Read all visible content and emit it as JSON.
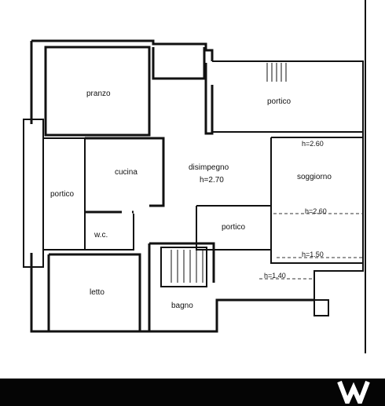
{
  "plan": {
    "rooms": {
      "pranzo": "pranzo",
      "portico_top": "portico",
      "portico_left": "portico",
      "cucina": "cucina",
      "disimpegno": "disimpegno",
      "disimpegno_height": "h=2.70",
      "soggiorno": "soggiorno",
      "soggiorno_height_top": "h=2.60",
      "soggiorno_height_mid": "h=2.60",
      "soggiorno_height_low": "h=1.50",
      "portico_mid": "portico",
      "wc": "w.c.",
      "letto": "letto",
      "bagno": "bagno",
      "step_height": "h=1.40"
    }
  }
}
